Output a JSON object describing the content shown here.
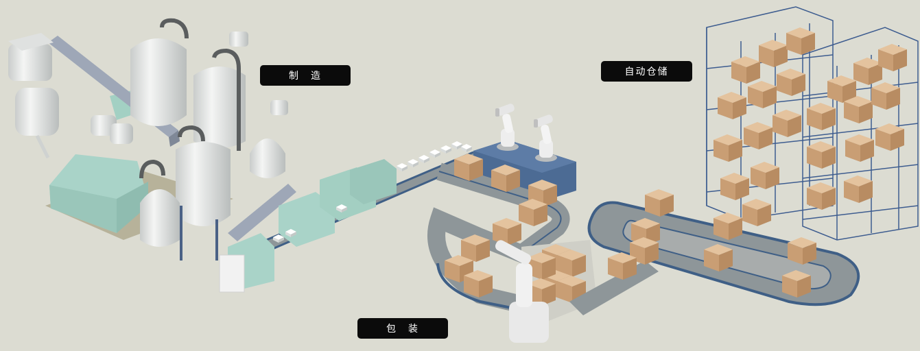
{
  "labels": {
    "manufacturing": "制　造",
    "storage": "自动仓储",
    "packaging": "包　装"
  },
  "colors": {
    "background": "#dcdcd2",
    "tank": "#e6e8e6",
    "machine_teal": "#a9d3c8",
    "conveyor": "#8e9699",
    "conveyor_rail": "#3f5f86",
    "box": "#d2ad86",
    "rack": "#3d5c8f",
    "robot_base": "#4c6b94",
    "label_bg": "#0b0b0b",
    "label_text": "#ffffff"
  }
}
